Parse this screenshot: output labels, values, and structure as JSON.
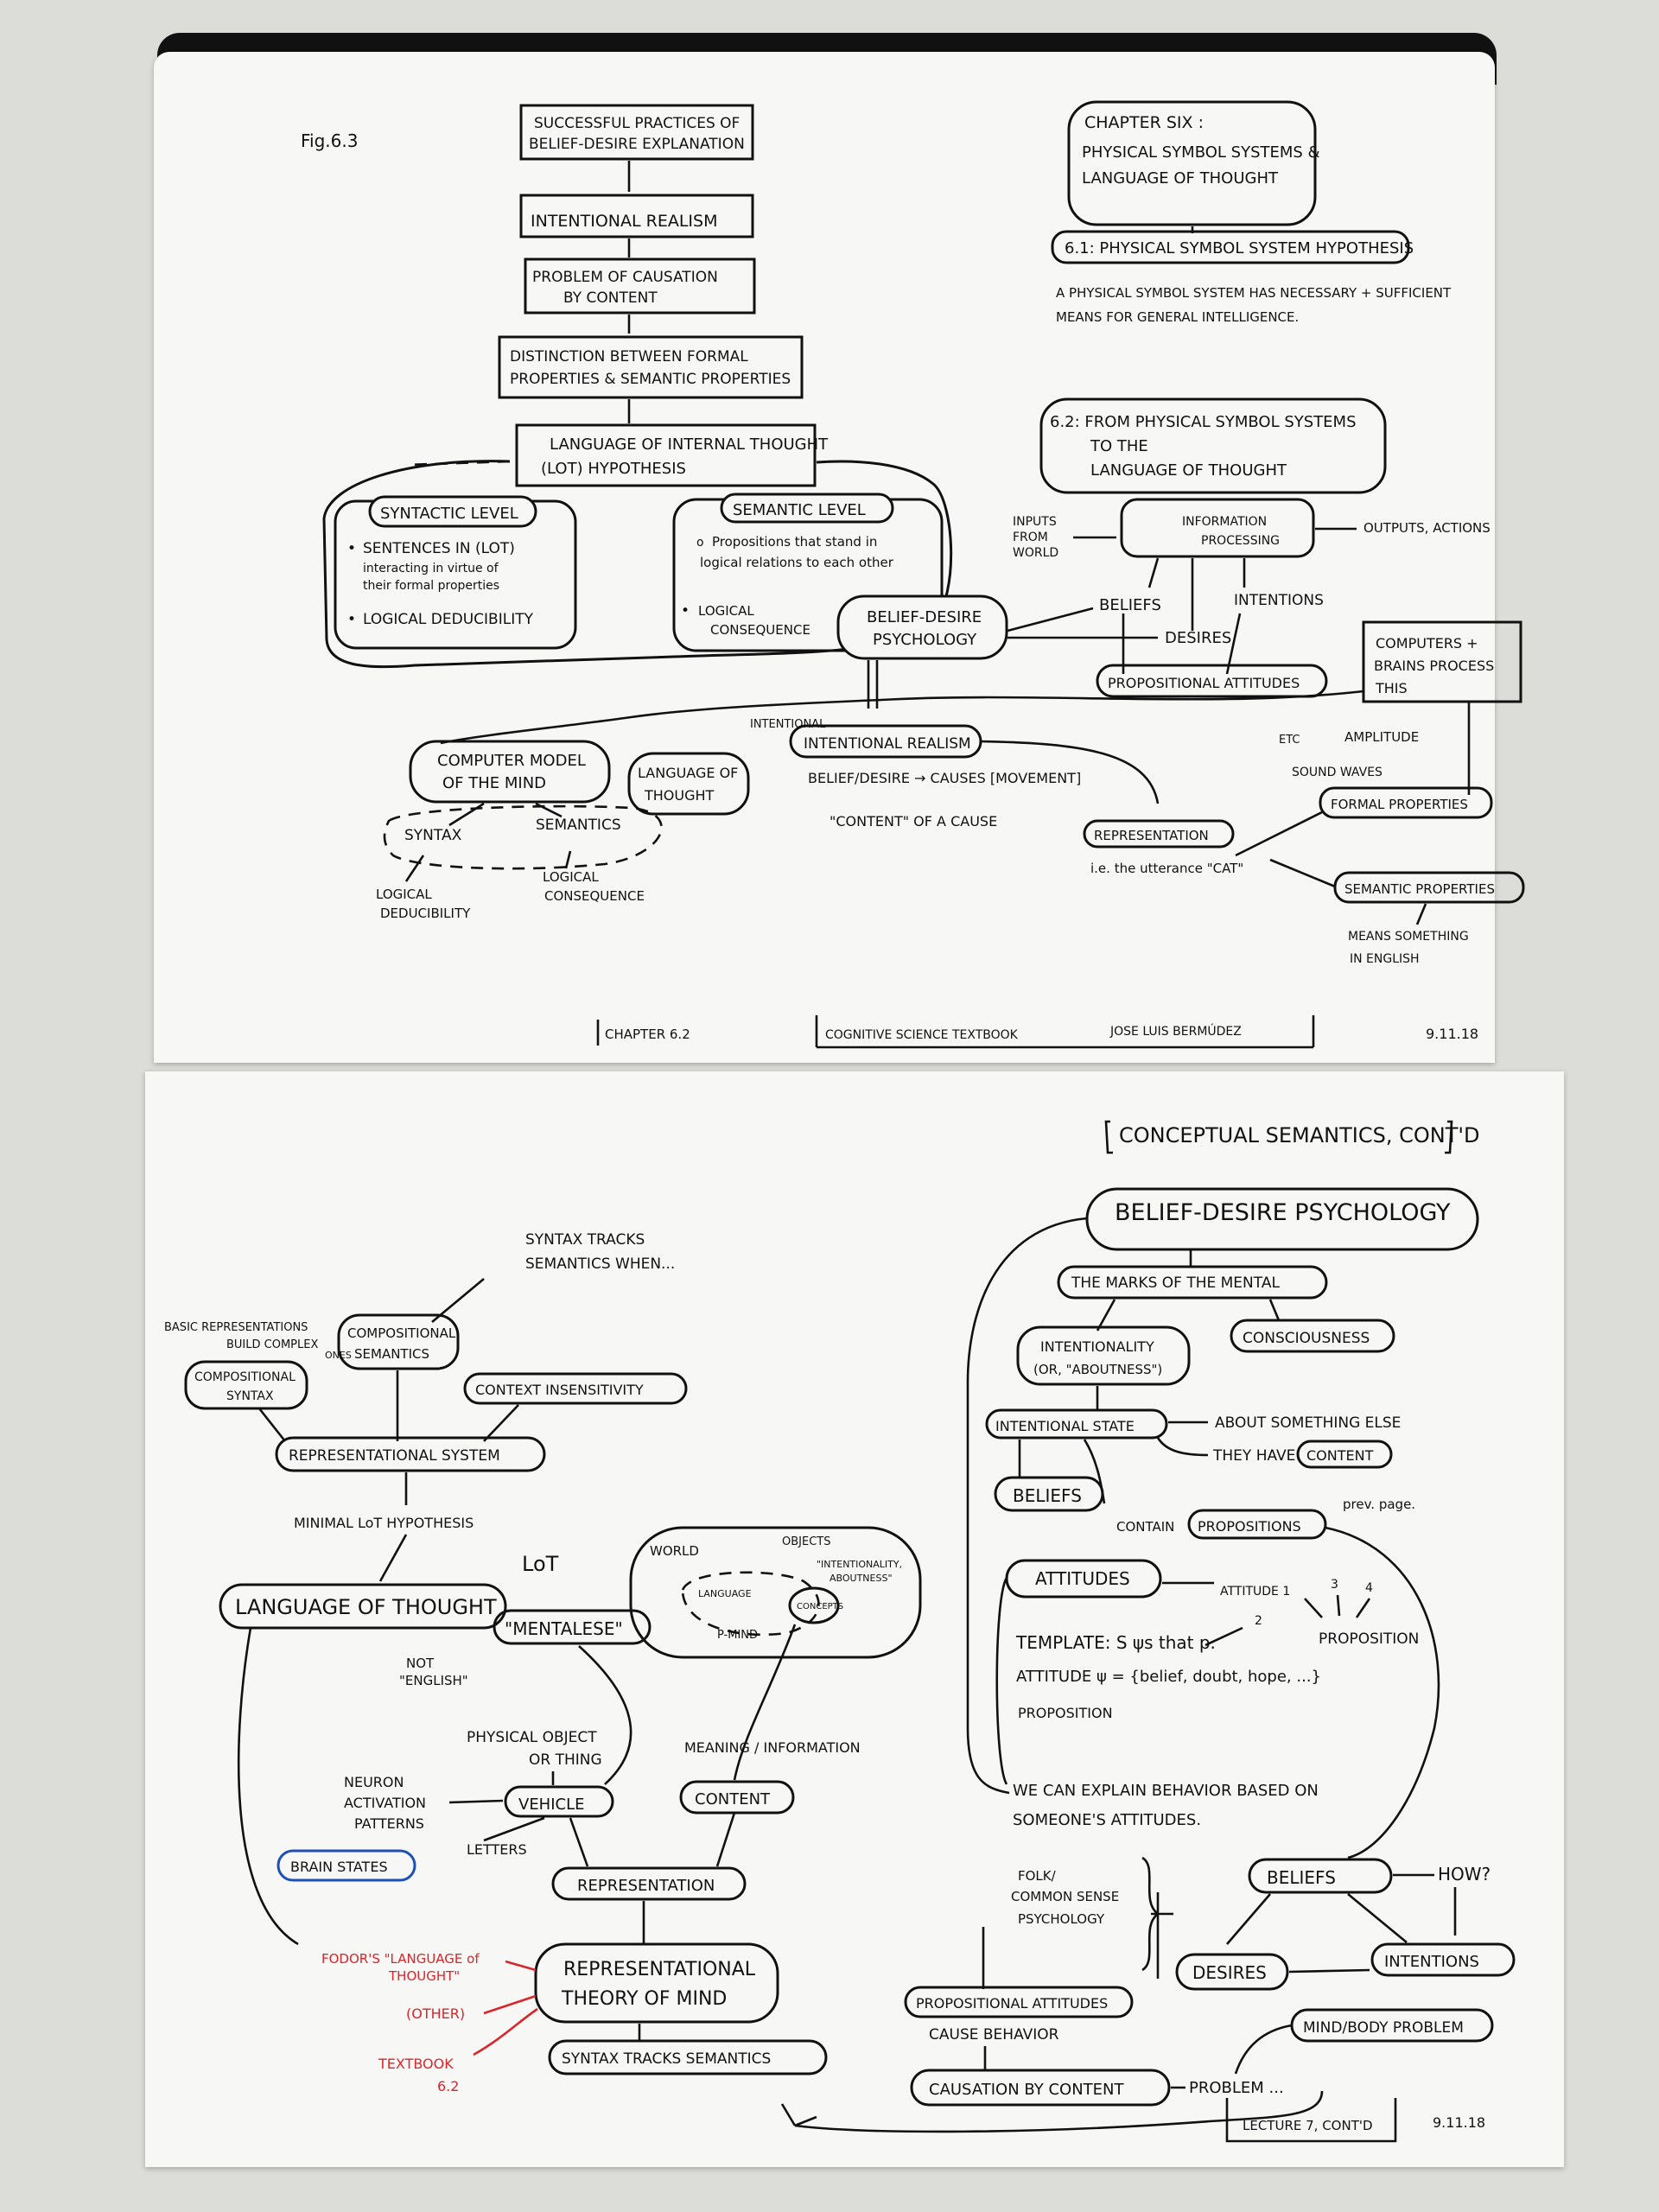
{
  "page1": {
    "fig": "Fig.6.3",
    "flow": [
      "SUCCESSFUL PRACTICES OF",
      "BELIEF-DESIRE EXPLANATION",
      "INTENTIONAL REALISM",
      "PROBLEM OF CAUSATION",
      "BY CONTENT",
      "DISTINCTION BETWEEN FORMAL",
      "PROPERTIES & SEMANTIC PROPERTIES",
      "LANGUAGE OF INTERNAL THOUGHT",
      "(LOT) HYPOTHESIS"
    ],
    "syntactic": {
      "title": "SYNTACTIC LEVEL",
      "b1": "SENTENCES IN (LOT)",
      "b1a": "interacting in virtue of",
      "b1b": "their formal properties",
      "b2": "LOGICAL DEDUCIBILITY"
    },
    "semantic": {
      "title": "SEMANTIC LEVEL",
      "b1": "Propositions that stand in",
      "b1a": "logical relations to each other",
      "b2": "LOGICAL",
      "b2a": "CONSEQUENCE"
    },
    "bdp": [
      "BELIEF-DESIRE",
      "PSYCHOLOGY"
    ],
    "chapter": [
      "CHAPTER SIX :",
      "PHYSICAL SYMBOL SYSTEMS &",
      "LANGUAGE OF THOUGHT"
    ],
    "s61": "6.1: PHYSICAL SYMBOL SYSTEM HYPOTHESIS",
    "s61desc": [
      "A PHYSICAL SYMBOL SYSTEM HAS NECESSARY + SUFFICIENT",
      "MEANS FOR GENERAL INTELLIGENCE."
    ],
    "s62": [
      "6.2: FROM PHYSICAL SYMBOL SYSTEMS",
      "TO THE",
      "LANGUAGE OF THOUGHT"
    ],
    "inputs": [
      "INPUTS",
      "FROM",
      "WORLD"
    ],
    "info": [
      "INFORMATION",
      "PROCESSING"
    ],
    "outputs": "OUTPUTS, ACTIONS",
    "beliefs": "BELIEFS",
    "intentions": "INTENTIONS",
    "desires": "DESIRES",
    "propatt": "PROPOSITIONAL ATTITUDES",
    "computers": [
      "COMPUTERS +",
      "BRAINS PROCESS",
      "THIS"
    ],
    "intentional_small": "INTENTIONAL",
    "intreal": "INTENTIONAL REALISM",
    "causes": "BELIEF/DESIRE → CAUSES [MOVEMENT]",
    "content_cause": "\"CONTENT\" OF A CAUSE",
    "cmm": [
      "COMPUTER MODEL",
      "OF THE MIND"
    ],
    "lot": [
      "LANGUAGE OF",
      "THOUGHT"
    ],
    "syntax": "SYNTAX",
    "semantics": "SEMANTICS",
    "logded": [
      "LOGICAL",
      "DEDUCIBILITY"
    ],
    "logcon": [
      "LOGICAL",
      "CONSEQUENCE"
    ],
    "representation": "REPRESENTATION",
    "utterance": "i.e. the utterance \"CAT\"",
    "etc": "ETC",
    "amplitude": "AMPLITUDE",
    "soundwaves": "SOUND WAVES",
    "formal": "FORMAL PROPERTIES",
    "semprop": "SEMANTIC PROPERTIES",
    "means": [
      "MEANS SOMETHING",
      "IN ENGLISH"
    ],
    "footer_chapter": "CHAPTER 6.2",
    "footer_book": "COGNITIVE SCIENCE TEXTBOOK",
    "footer_author": "JOSE LUIS BERMÚDEZ",
    "date": "9.11.18"
  },
  "page2": {
    "header": "CONCEPTUAL SEMANTICS, CONT'D",
    "syntax_tracks": [
      "SYNTAX TRACKS",
      "SEMANTICS WHEN..."
    ],
    "basic_rep": [
      "BASIC REPRESENTATIONS",
      "BUILD COMPLEX",
      "ONES"
    ],
    "comp_sem": [
      "COMPOSITIONAL",
      "SEMANTICS"
    ],
    "comp_syn": [
      "COMPOSITIONAL",
      "SYNTAX"
    ],
    "context": "CONTEXT INSENSITIVITY",
    "repsys": "REPRESENTATIONAL SYSTEM",
    "minimal": "MINIMAL LoT HYPOTHESIS",
    "lot_label": "LoT",
    "lot": "LANGUAGE OF THOUGHT",
    "mentalese": "\"MENTALESE\"",
    "not_english": [
      "NOT",
      "\"ENGLISH\""
    ],
    "world": "WORLD",
    "objects": "OBJECTS",
    "intent_about": [
      "\"INTENTIONALITY,",
      "ABOUTNESS\""
    ],
    "language": "LANGUAGE",
    "concepts": "CONCEPTS",
    "p_mind": "P-MIND",
    "phys_obj": [
      "PHYSICAL OBJECT",
      "OR THING"
    ],
    "meaning_info": "MEANING / INFORMATION",
    "neuron": [
      "NEURON",
      "ACTIVATION",
      "PATTERNS"
    ],
    "vehicle": "VEHICLE",
    "content": "CONTENT",
    "letters": "LETTERS",
    "brain_states": "BRAIN STATES",
    "representation": "REPRESENTATION",
    "fodor": [
      "FODOR'S \"LANGUAGE of",
      "THOUGHT\""
    ],
    "other": "(OTHER)",
    "textbook": [
      "TEXTBOOK",
      "6.2"
    ],
    "rtm": [
      "REPRESENTATIONAL",
      "THEORY OF MIND"
    ],
    "stracks": "SYNTAX TRACKS SEMANTICS",
    "bdp": "BELIEF-DESIRE PSYCHOLOGY",
    "marks": "THE MARKS OF THE MENTAL",
    "intentionality": [
      "INTENTIONALITY",
      "(OR, \"ABOUTNESS\")"
    ],
    "consciousness": "CONSCIOUSNESS",
    "intstate": "INTENTIONAL STATE",
    "about": "ABOUT SOMETHING ELSE",
    "they_have": "THEY HAVE",
    "content2": "CONTENT",
    "beliefs": "BELIEFS",
    "contain": "CONTAIN",
    "propositions": "PROPOSITIONS",
    "prev_page": "prev. page.",
    "attitudes": "ATTITUDES",
    "attitude1": "ATTITUDE 1",
    "n2": "2",
    "n3": "3",
    "n4": "4",
    "proposition": "PROPOSITION",
    "template": "TEMPLATE: S ψs that p.",
    "attitude_psi": "ATTITUDE ψ = {belief, doubt, hope, ...}",
    "proposition2": "PROPOSITION",
    "explain": [
      "WE CAN EXPLAIN BEHAVIOR BASED ON",
      "SOMEONE'S ATTITUDES."
    ],
    "folk": [
      "FOLK/",
      "COMMON SENSE",
      "PSYCHOLOGY"
    ],
    "beliefs2": "BELIEFS",
    "how": "HOW?",
    "desires": "DESIRES",
    "intentions": "INTENTIONS",
    "propatt": "PROPOSITIONAL ATTITUDES",
    "cause_behavior": "CAUSE BEHAVIOR",
    "mindbody": "MIND/BODY PROBLEM",
    "causation": "CAUSATION BY CONTENT",
    "problem": "PROBLEM ...",
    "lecture": "LECTURE 7, CONT'D",
    "date": "9.11.18"
  },
  "colors": {
    "ink": "#111111",
    "red_ink": "#d8262b",
    "blue_ink": "#1e4fb4",
    "paper": "#f7f7f5",
    "desk": "#dcdcd8"
  }
}
